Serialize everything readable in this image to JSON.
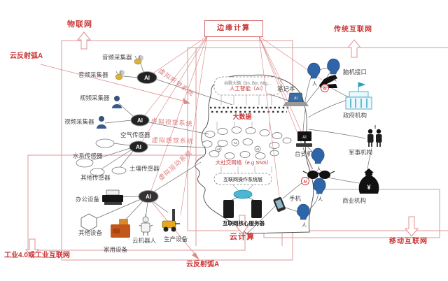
{
  "outer_labels": {
    "iot": "物联网",
    "edge": "边缘计算",
    "traditional": "传统互联网",
    "mobile": "移动互联网",
    "cloud": "云计算",
    "industry": "工业4.0或工业互联网",
    "reflex_left": "云反射弧A",
    "reflex_bottom": "云反射弧A"
  },
  "virtual_systems": {
    "hearing": "虚拟听觉系统",
    "vision": "虚拟视觉系统",
    "sensation": "虚拟感觉系统",
    "motion": "虚拟运动系统"
  },
  "left_nodes": {
    "audio1": "音频采集器",
    "audio2": "音频采集器",
    "video1": "视频采集器",
    "video2": "视频采集器",
    "air": "空气传感器",
    "water": "水系传感器",
    "soil": "土壤传感器",
    "other_sensor": "其他传感器",
    "office": "办公设备",
    "other_device": "其他设备",
    "home": "家用设备",
    "robot": "云机器人",
    "production": "生产设备"
  },
  "head": {
    "brain_engines": "谷歌大脑. Gin. Bin. Mfg…",
    "ai": "人工智能（AI）",
    "bigdata": "大数据",
    "sns": "大社交网络（e.g SNS）",
    "os": "互联网操作系统层",
    "server": "互联网核心服务器"
  },
  "right_nodes": {
    "bci": "脑机接口",
    "laptop": "笔记本",
    "gov": "政府机构",
    "desktop": "台式机",
    "military": "军事机构",
    "business": "商业机构",
    "phone": "手机"
  },
  "misc": {
    "ai": "AI",
    "person": "人",
    "yen": "¥"
  },
  "colors": {
    "accent_red": "#c93434",
    "line_pink": "#dd8a8a",
    "line_gray": "#777777"
  }
}
